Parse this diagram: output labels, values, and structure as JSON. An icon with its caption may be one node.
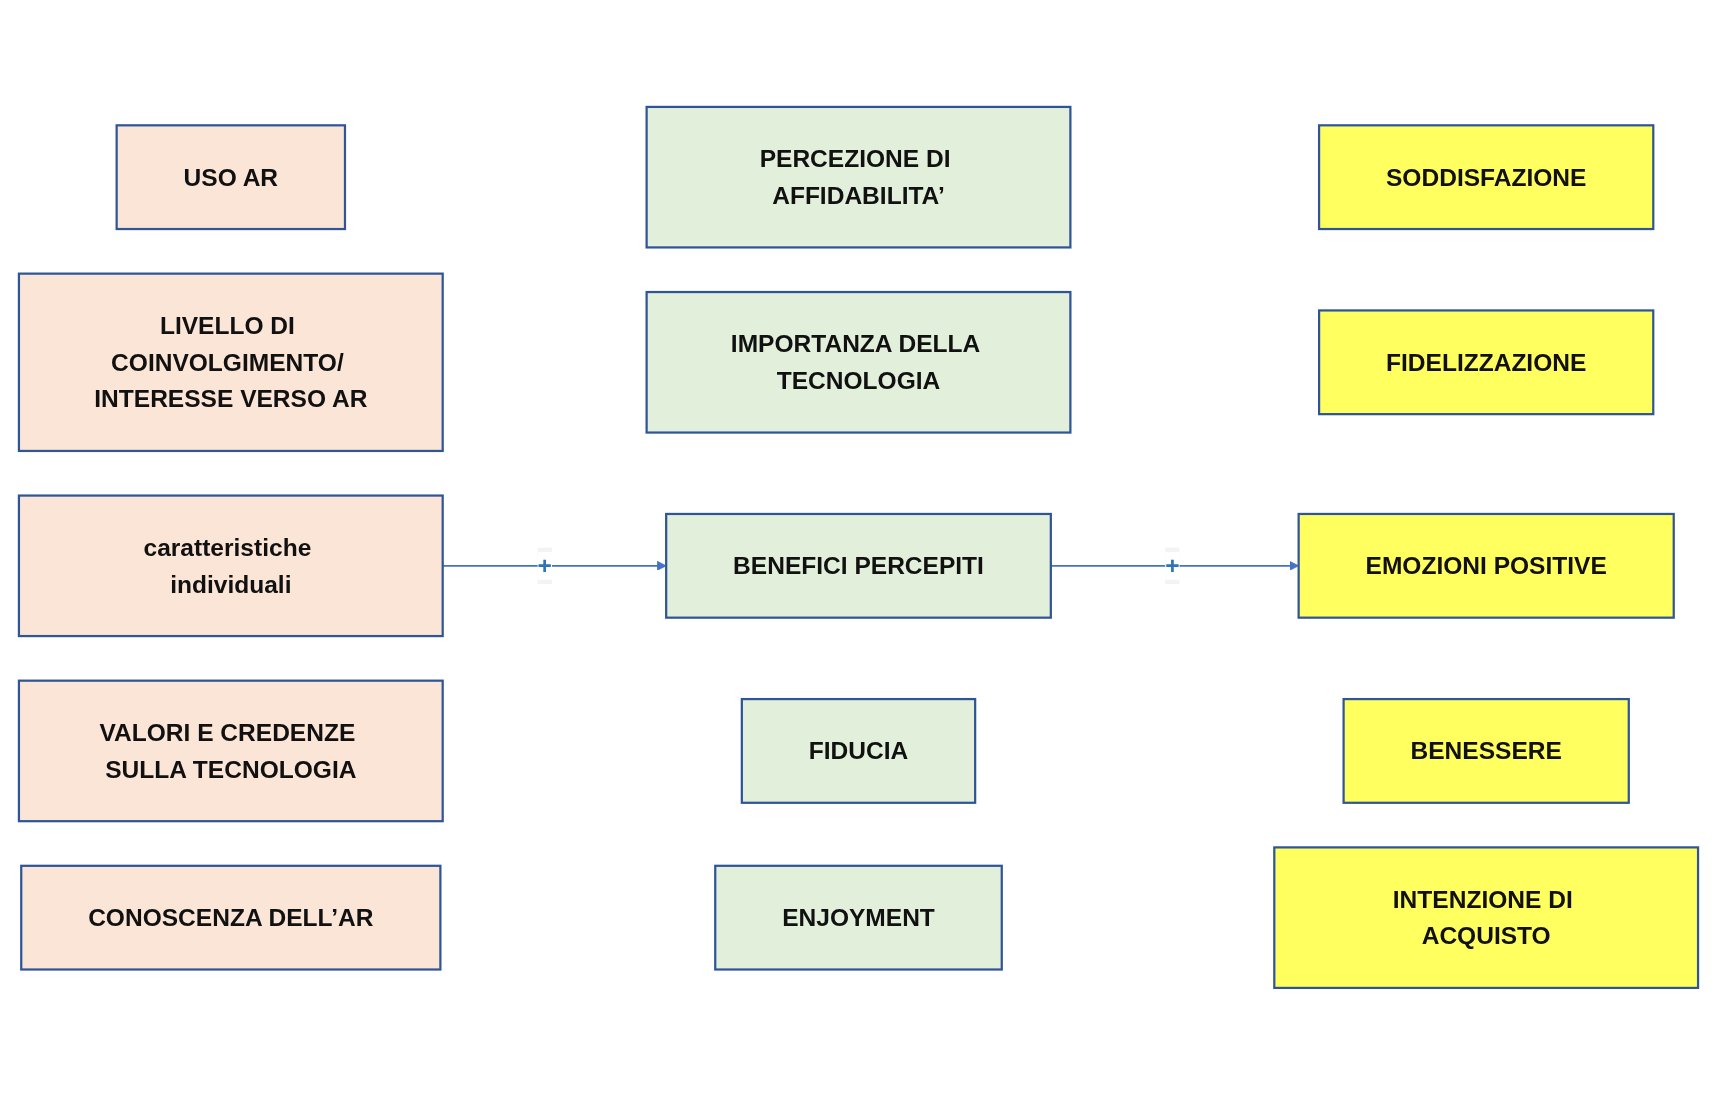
{
  "diagram": {
    "nodes": [
      {
        "text": [
          "USO AR"
        ]
      },
      {
        "text": [
          "LIVELLO DI COINVOLGIMENTO/ INTERESSE VERSO AR"
        ]
      },
      {
        "text": [
          "caratteristiche individuali"
        ]
      },
      {
        "text": [
          "VALORI E CREDENZE SULLA TECNOLOGIA"
        ]
      },
      {
        "text": [
          "CONOSCENZA DELL’AR"
        ]
      },
      {
        "text": [
          "PERCEZIONE DI AFFIDABILITA’"
        ]
      },
      {
        "text": [
          "IMPORTANZA DELLA TECNOLOGIA"
        ]
      },
      {
        "text": [
          "BENEFICI PERCEPITI"
        ]
      },
      {
        "text": [
          "FIDUCIA"
        ]
      },
      {
        "text": [
          "ENJOYMENT"
        ]
      },
      {
        "text": [
          "SODDISFAZIONE"
        ]
      },
      {
        "text": [
          "FIDELIZZAZIONE"
        ]
      },
      {
        "text": [
          "EMOZIONI POSITIVE"
        ]
      },
      {
        "text": [
          "BENESSERE"
        ]
      },
      {
        "text": [
          "INTENZIONE DI ACQUISTO"
        ]
      }
    ],
    "edges": [
      {
        "from": 2,
        "to": 7,
        "arrow": "to",
        "label": "+"
      },
      {
        "from": 7,
        "to": 12,
        "arrow": "to",
        "label": "+"
      }
    ]
  }
}
